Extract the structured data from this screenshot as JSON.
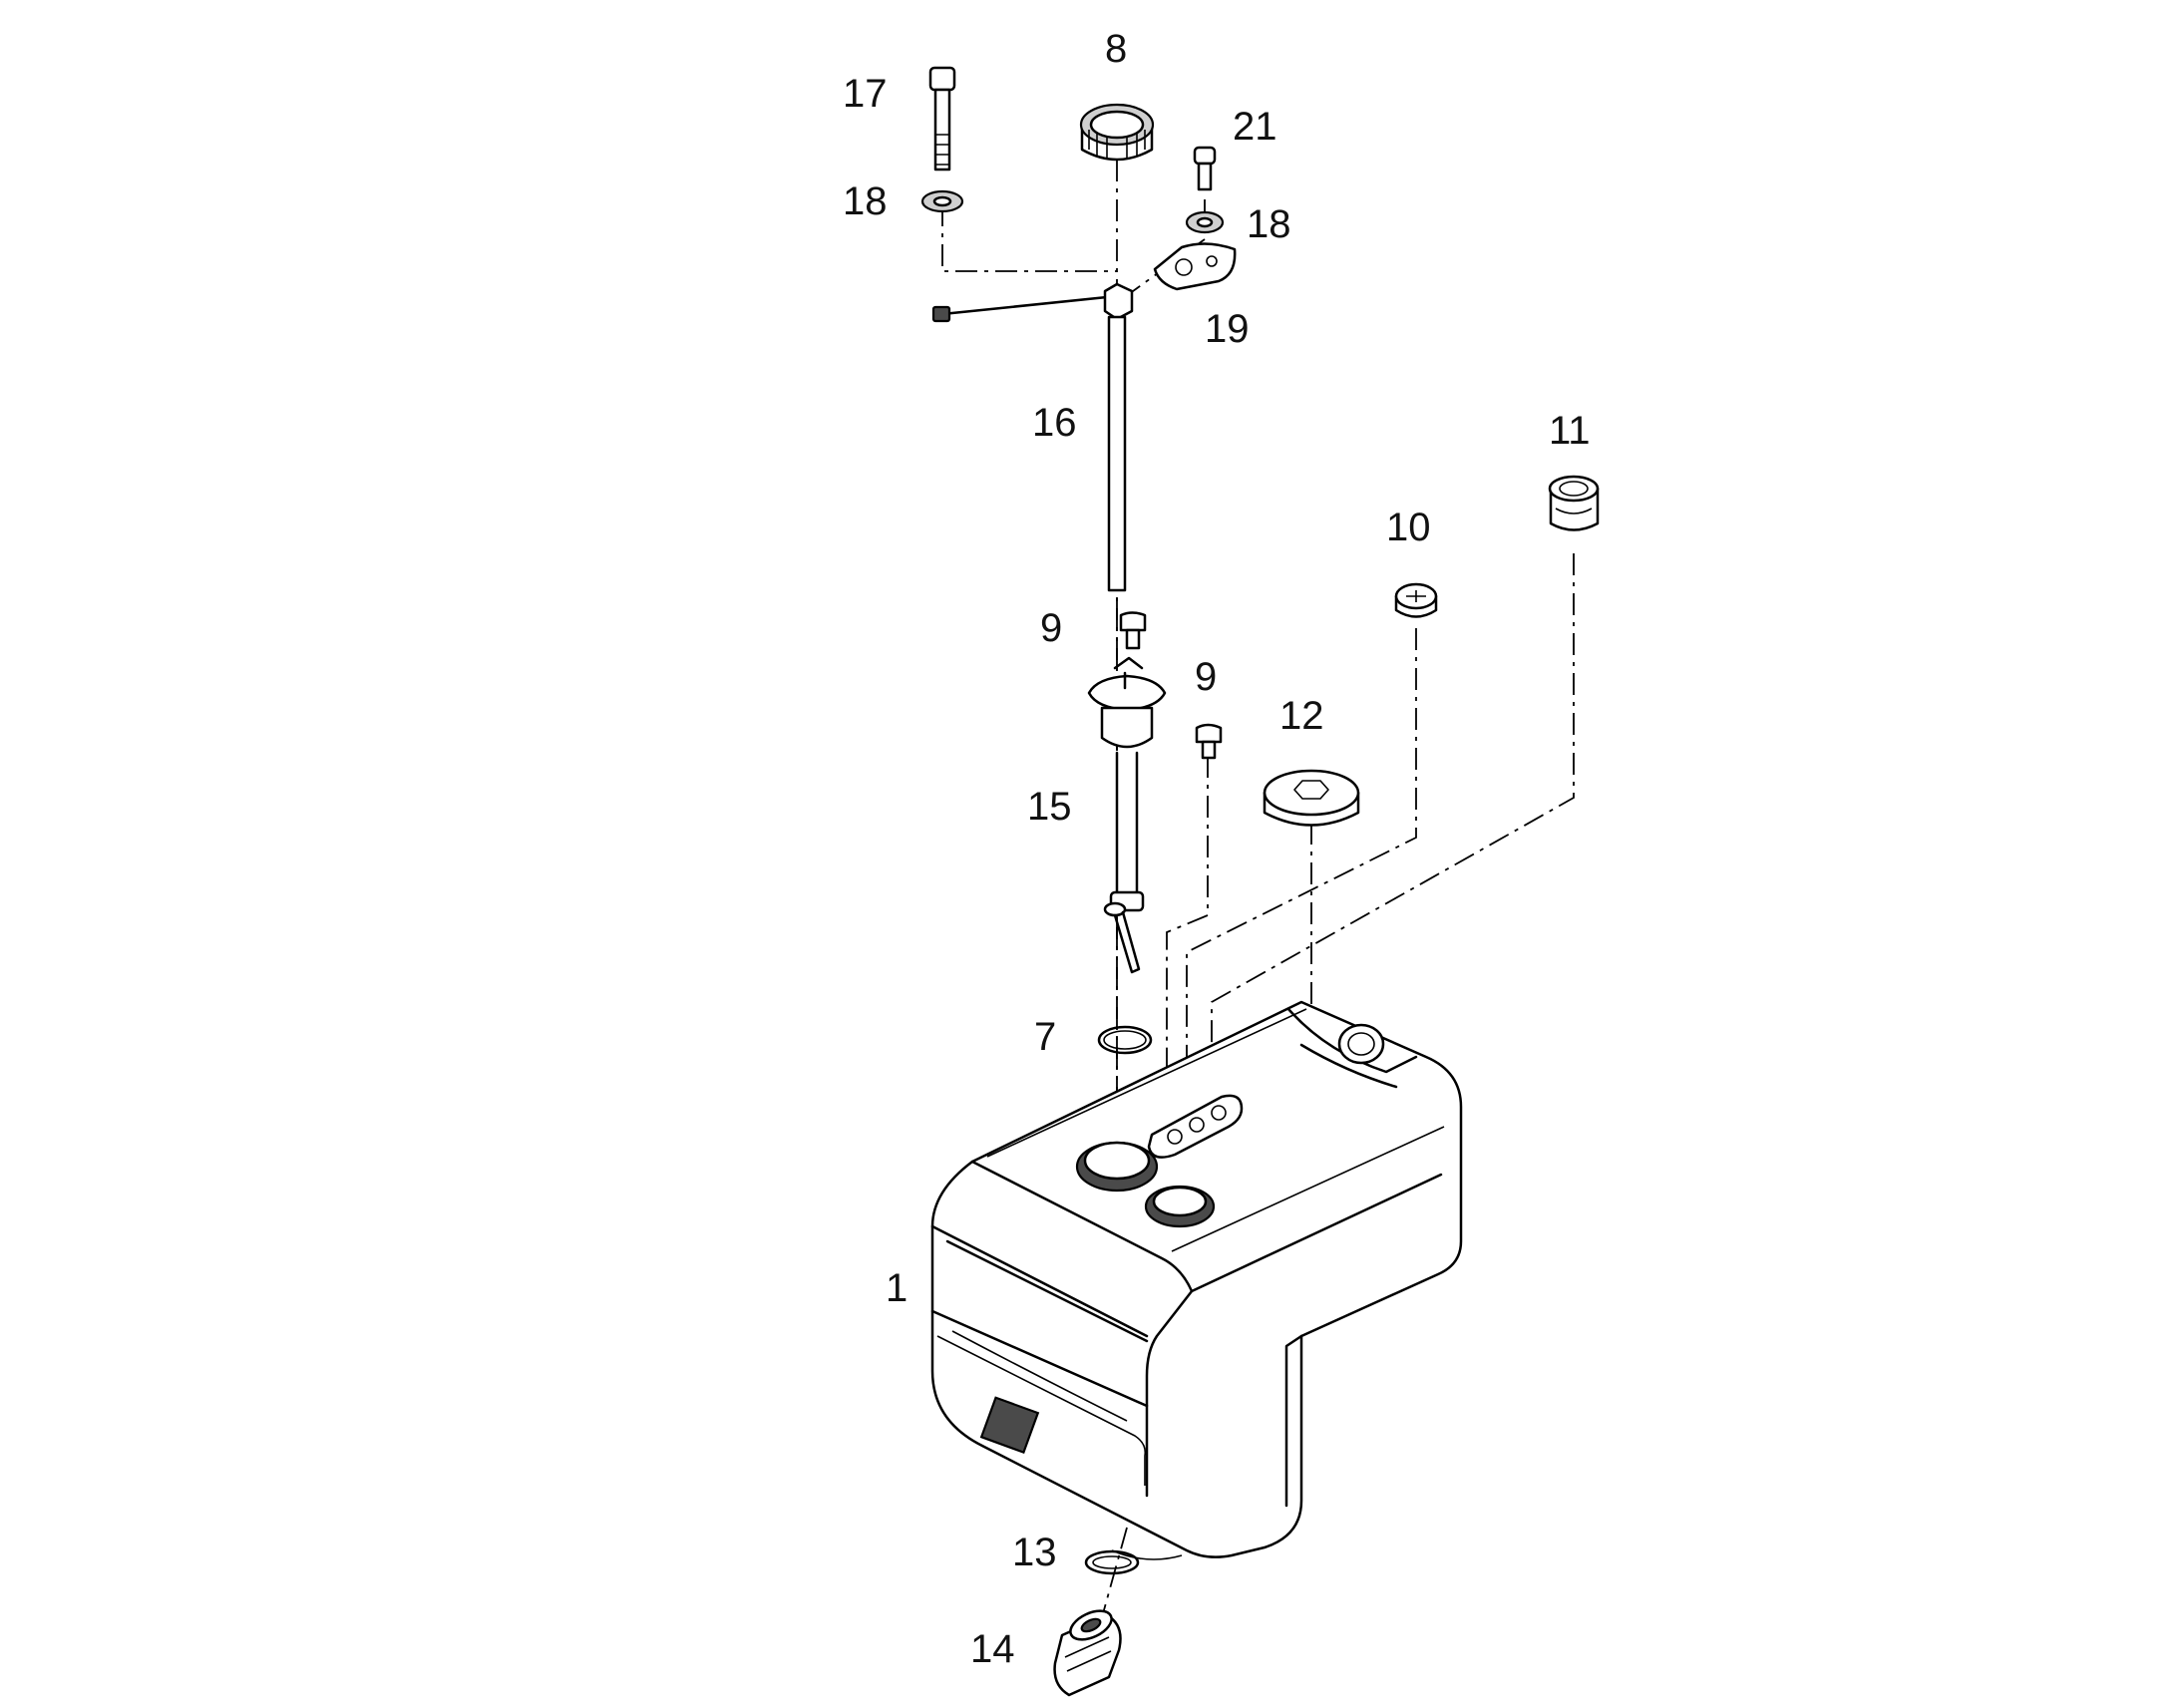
{
  "diagram": {
    "type": "exploded-parts-view",
    "part_labels": [
      {
        "id": "p1",
        "text": "1"
      },
      {
        "id": "p7",
        "text": "7"
      },
      {
        "id": "p8",
        "text": "8"
      },
      {
        "id": "p9a",
        "text": "9"
      },
      {
        "id": "p9b",
        "text": "9"
      },
      {
        "id": "p10",
        "text": "10"
      },
      {
        "id": "p11",
        "text": "11"
      },
      {
        "id": "p12",
        "text": "12"
      },
      {
        "id": "p13",
        "text": "13"
      },
      {
        "id": "p14",
        "text": "14"
      },
      {
        "id": "p15",
        "text": "15"
      },
      {
        "id": "p16",
        "text": "16"
      },
      {
        "id": "p17",
        "text": "17"
      },
      {
        "id": "p18a",
        "text": "18"
      },
      {
        "id": "p18b",
        "text": "18"
      },
      {
        "id": "p19",
        "text": "19"
      },
      {
        "id": "p21",
        "text": "21"
      }
    ]
  }
}
